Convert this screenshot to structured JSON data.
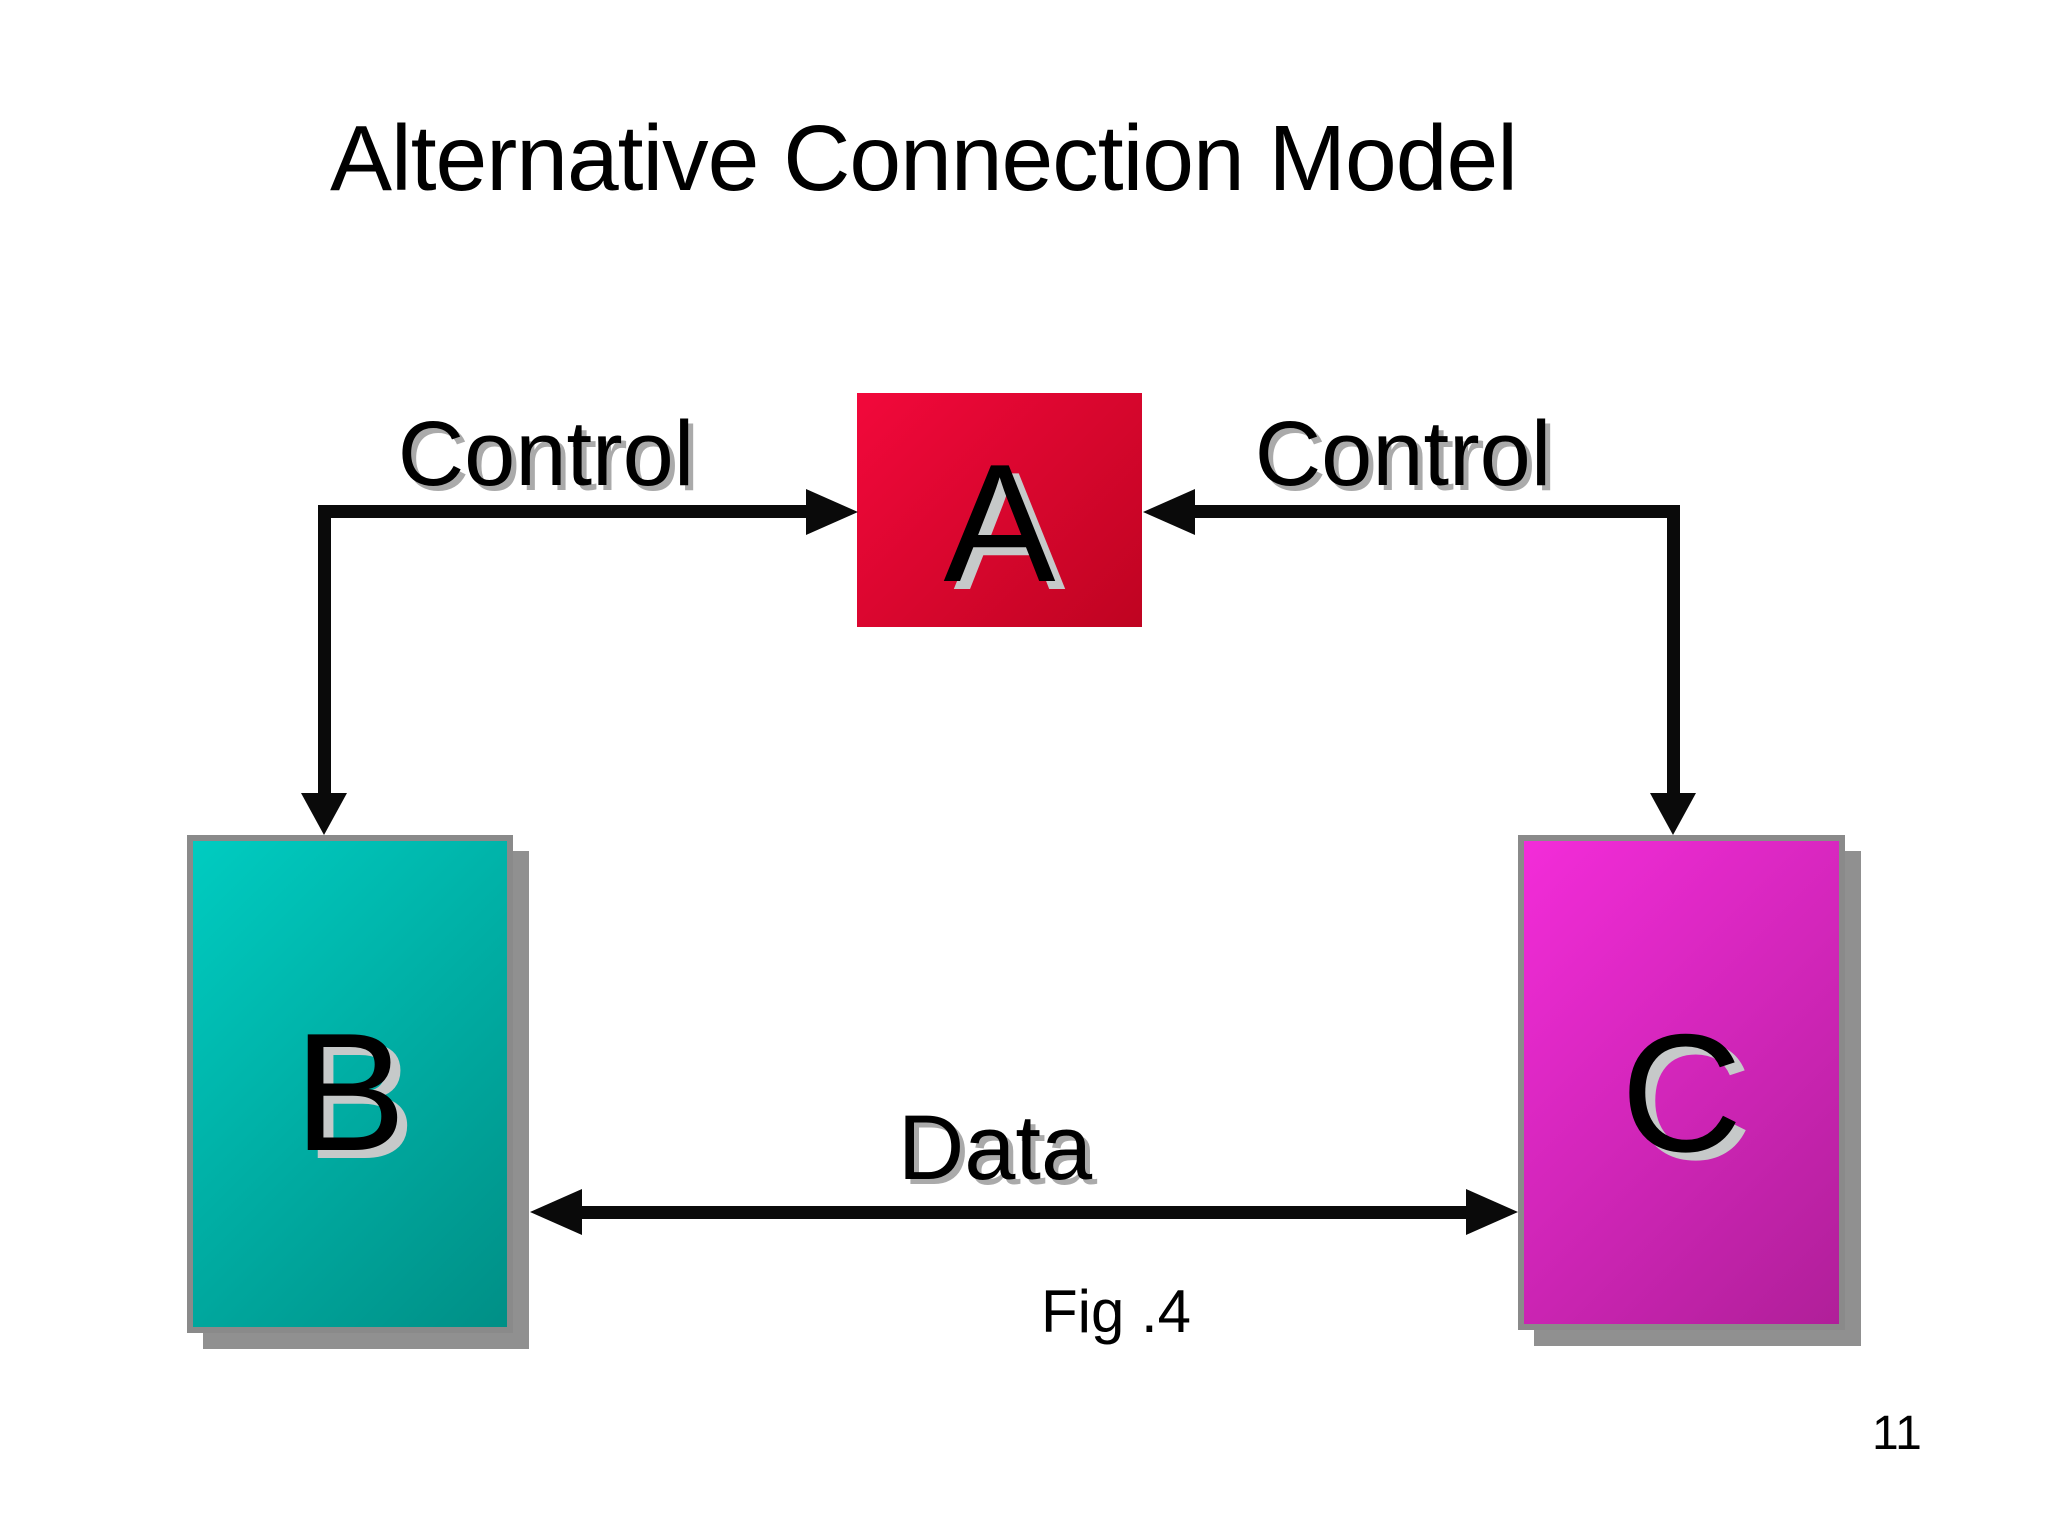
{
  "slide": {
    "title": "Alternative Connection Model",
    "figure_caption": "Fig .4",
    "page_number": "11"
  },
  "nodes": [
    {
      "id": "A",
      "label": "A",
      "color_start": "#f2083b",
      "color_end": "#bf0421"
    },
    {
      "id": "B",
      "label": "B",
      "color_start": "#00ccc1",
      "color_end": "#008f86"
    },
    {
      "id": "C",
      "label": "C",
      "color_start": "#f32cd9",
      "color_end": "#b01f99"
    }
  ],
  "edges": [
    {
      "label": "Control",
      "from": "B",
      "to": "A",
      "type": "elbow-double-arrow"
    },
    {
      "label": "Control",
      "from": "C",
      "to": "A",
      "type": "elbow-double-arrow"
    },
    {
      "label": "Data",
      "from": "B",
      "to": "C",
      "type": "straight-double-arrow"
    }
  ],
  "colors": {
    "box_a_start": "#f2083b",
    "box_a_end": "#bf0421",
    "box_b_start": "#00ccc1",
    "box_b_end": "#008f86",
    "box_c_start": "#f32cd9",
    "box_c_end": "#b01f99",
    "box_border": "#8a8a8a",
    "box_shadow": "#909090",
    "arrow": "#0a0a0a",
    "text": "#000000"
  }
}
